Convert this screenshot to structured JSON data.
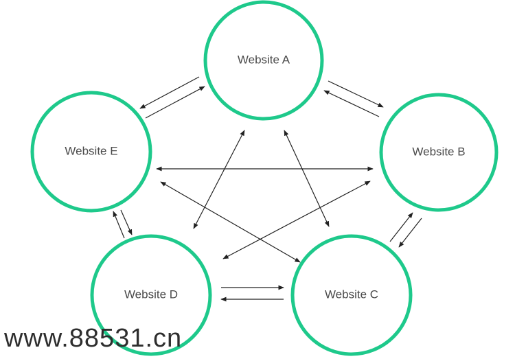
{
  "nodes": {
    "a": {
      "label": "Website A"
    },
    "b": {
      "label": "Website B"
    },
    "c": {
      "label": "Website C"
    },
    "d": {
      "label": "Website D"
    },
    "e": {
      "label": "Website E"
    }
  },
  "colors": {
    "node_stroke": "#1ec98b",
    "arrow": "#222222",
    "text": "#4a4a4a"
  },
  "watermark": "www.88531.cn"
}
